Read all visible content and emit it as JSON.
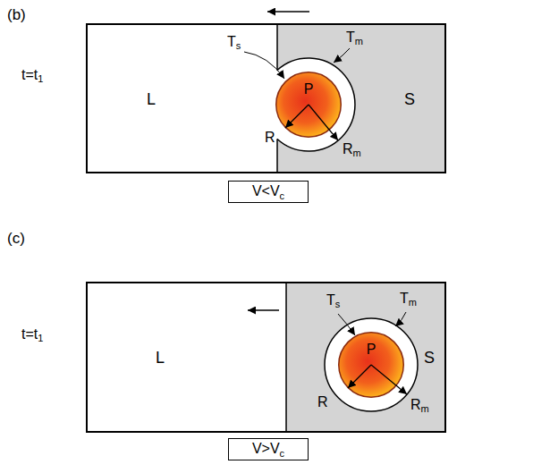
{
  "diagram": {
    "nodes": [
      {
        "text": [
          "P"
        ]
      },
      {
        "text": [
          "V<V",
          "c"
        ]
      },
      {
        "text": [
          "P"
        ]
      },
      {
        "text": [
          "V>V",
          "c"
        ]
      }
    ],
    "labels": [
      "(b)",
      "t=t",
      "1",
      "L",
      "S",
      "T",
      "s",
      "T",
      "m",
      "R",
      "R",
      "m",
      "(c)",
      "t=t",
      "1",
      "L",
      "S",
      "T",
      "s",
      "T",
      "m",
      "R",
      "R",
      "m"
    ]
  }
}
